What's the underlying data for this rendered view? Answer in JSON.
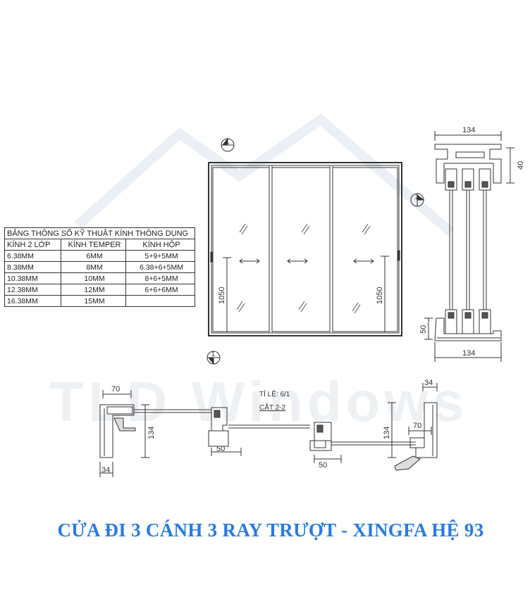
{
  "watermark": "TLD Windows",
  "spec_table": {
    "title": "BẢNG THÔNG SỐ KỸ THUẬT KÍNH THÔNG DỤNG",
    "headers": [
      "KÍNH 2 LỚP",
      "KÍNH TEMPER",
      "KÍNH HỘP"
    ],
    "rows": [
      [
        "6.38MM",
        "6MM",
        "5+9+5MM"
      ],
      [
        "8.38MM",
        "8MM",
        "6.38+6+5MM"
      ],
      [
        "10.38MM",
        "10MM",
        "8+6+5MM"
      ],
      [
        "12.38MM",
        "12MM",
        "6+6+6MM"
      ],
      [
        "16.38MM",
        "15MM",
        ""
      ]
    ]
  },
  "elevation": {
    "section_mark_top": "1",
    "section_mark_bottom": "1",
    "section_mark_side": "2",
    "handle_height_left": "1050",
    "handle_height_right": "1050"
  },
  "vertical_section": {
    "width_top": "134",
    "height_top": "40",
    "height_bottom": "50",
    "width_bottom": "134"
  },
  "horizontal_section": {
    "scale": "TỈ LỆ: 6/1",
    "cut": "CẮT 2-2",
    "left_width": "70",
    "left_height": "134",
    "left_bottom": "34",
    "mid1_width": "50",
    "mid2_width": "50",
    "right_top": "34",
    "right_width": "70",
    "right_height": "134"
  },
  "main_title": "CỬA ĐI 3 CÁNH 3 RAY TRƯỢT - XINGFA HỆ 93",
  "colors": {
    "title": "#2a7ae2",
    "line": "#333333",
    "watermark": "#eef1f4"
  }
}
